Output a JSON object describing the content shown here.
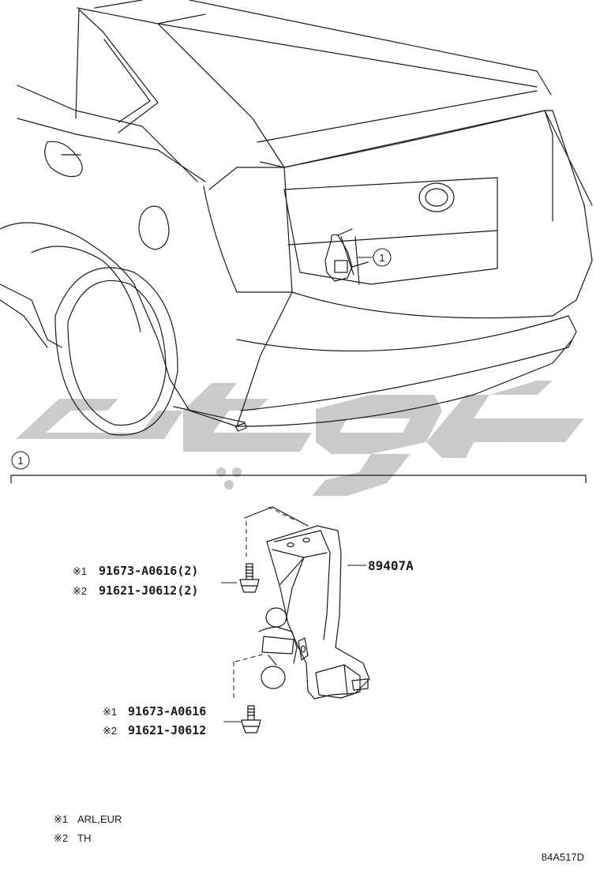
{
  "callouts": {
    "car_callout": "1",
    "section_callout": "1"
  },
  "parts": {
    "main_part": "89407A",
    "bolt_upper": [
      {
        "mark": "※1",
        "number": "91673-A0616(2)"
      },
      {
        "mark": "※2",
        "number": "91621-J0612(2)"
      }
    ],
    "bolt_lower": [
      {
        "mark": "※1",
        "number": "91673-A0616"
      },
      {
        "mark": "※2",
        "number": "91621-J0612"
      }
    ]
  },
  "notes": [
    {
      "mark": "※1",
      "text": "ARL,EUR"
    },
    {
      "mark": "※2",
      "text": "TH"
    }
  ],
  "figure_code": "84A517D",
  "colors": {
    "line": "#1a1a1a",
    "watermark": "#c8c8c8"
  }
}
